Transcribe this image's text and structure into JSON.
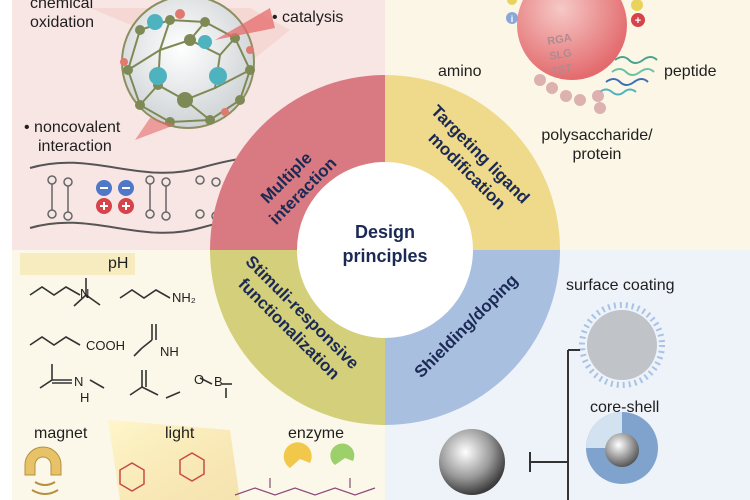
{
  "center": {
    "line1": "Design",
    "line2": "principles"
  },
  "ring": {
    "multiple_interaction": [
      "Multiple",
      "interaction"
    ],
    "targeting_ligand": [
      "Targeting ligand",
      "modification"
    ],
    "stimuli_responsive": [
      "Stimuli-responsive",
      "functionalization"
    ],
    "shielding_doping": "Shielding/doping"
  },
  "top_left": {
    "chemical_oxidation": [
      "chemical",
      "oxidation"
    ],
    "catalysis": "• catalysis",
    "noncovalent": [
      "• noncovalent",
      "interaction"
    ]
  },
  "top_right": {
    "amino": "amino",
    "peptide": "peptide",
    "polysaccharide": [
      "polysaccharide/",
      "protein"
    ],
    "peptide_letters": [
      "RGA",
      "SLG",
      "TST"
    ]
  },
  "bottom_left": {
    "ph": "pH",
    "nh2": "NH₂",
    "cooh": "COOH",
    "nh": "NH",
    "n_plus": "N",
    "n": "N",
    "h": "H",
    "o": "O",
    "b": "B",
    "magnet": "magnet",
    "light": "light",
    "enzyme": "enzyme"
  },
  "bottom_right": {
    "surface_coating": "surface coating",
    "core_shell": "core-shell"
  },
  "colors": {
    "pink": "#d97a82",
    "yellow": "#efd98a",
    "olive": "#d4cf7a",
    "blue": "#a9bfe0",
    "navy": "#1b2a55"
  }
}
